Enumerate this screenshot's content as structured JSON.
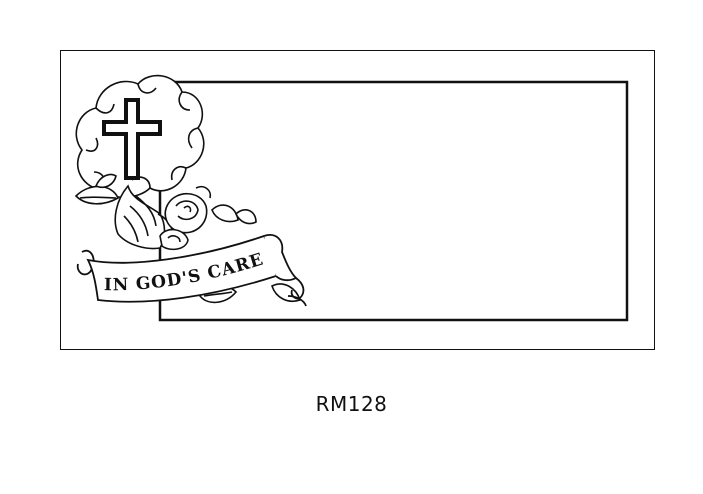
{
  "design": {
    "banner_text": "IN GOD'S CARE",
    "motifs": [
      "cross",
      "cloud-wreath",
      "praying-hands",
      "roses",
      "ribbon-banner"
    ]
  },
  "product": {
    "code": "RM128"
  }
}
